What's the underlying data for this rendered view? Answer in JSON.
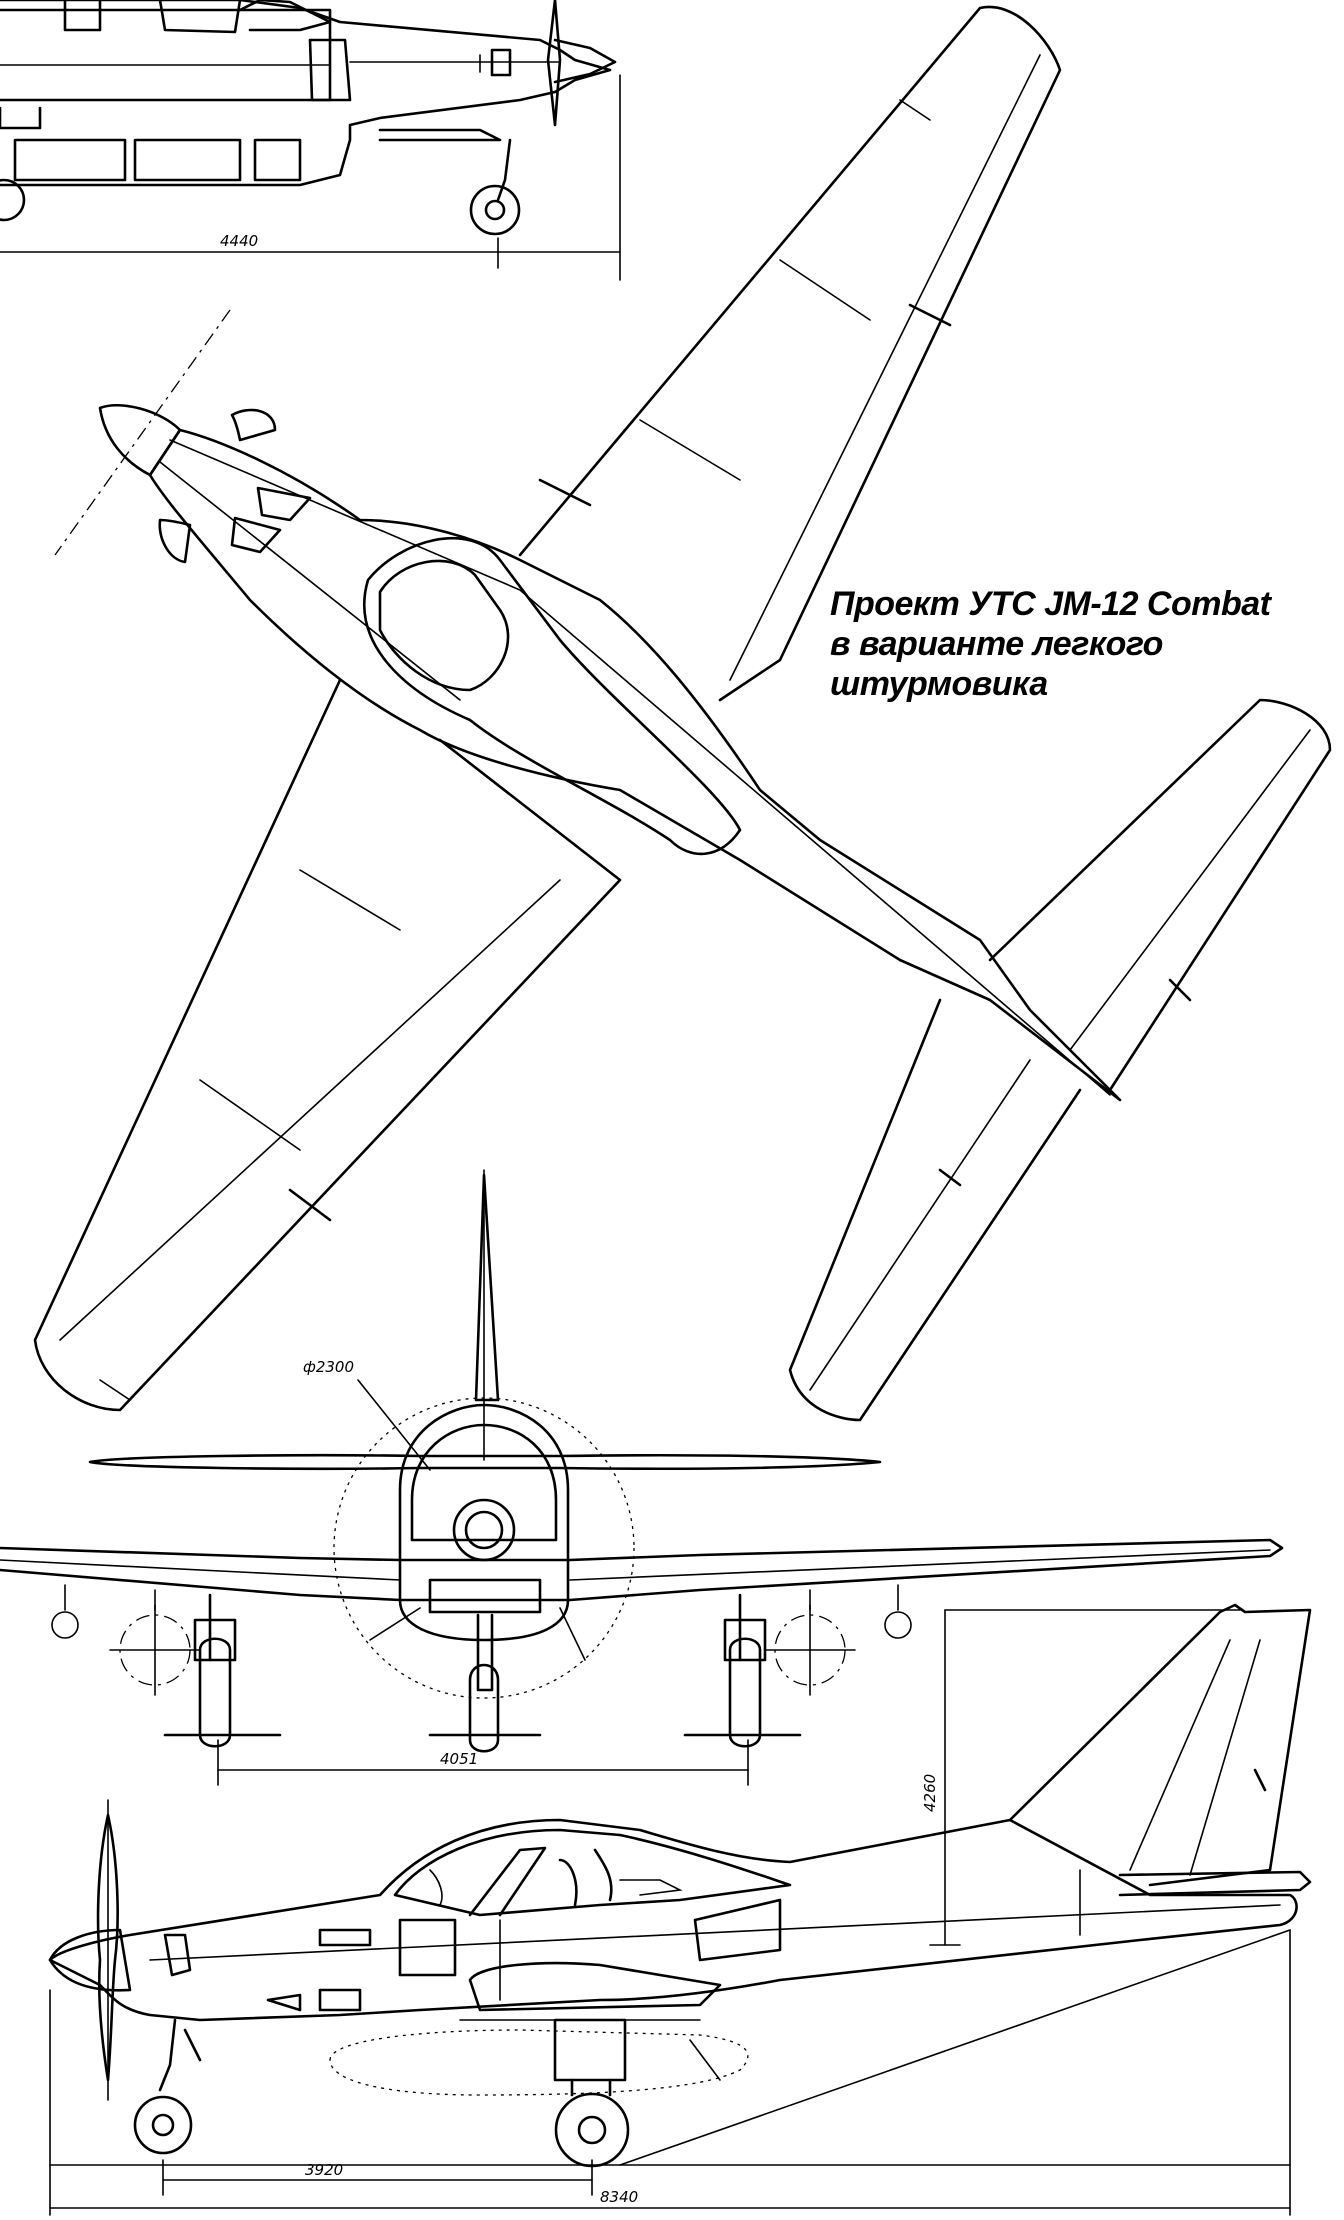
{
  "caption": {
    "line1": "Проект УТС JM-12 Combat",
    "line2": "в варианте легкого",
    "line3": "штурмовика"
  },
  "dimensions": {
    "partial_view_length": "4440",
    "front_propeller_diameter": "ф2300",
    "main_gear_track": "4051",
    "height": "4260",
    "wheelbase": "3920",
    "overall_length": "8340"
  }
}
